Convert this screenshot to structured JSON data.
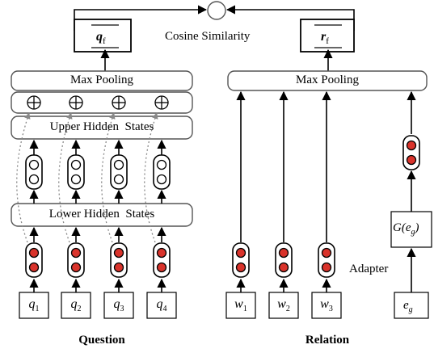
{
  "similarity_label": "Cosine Similarity",
  "question": {
    "output": "q",
    "output_sub": "f",
    "max_pooling": "Max Pooling",
    "upper_hidden": "Upper Hidden  States",
    "lower_hidden": "Lower Hidden  States",
    "tokens": [
      {
        "base": "q",
        "sub": "1"
      },
      {
        "base": "q",
        "sub": "2"
      },
      {
        "base": "q",
        "sub": "3"
      },
      {
        "base": "q",
        "sub": "4"
      }
    ],
    "plus_symbol": "⊕",
    "caption": "Question"
  },
  "relation": {
    "output": "r",
    "output_sub": "f",
    "max_pooling": "Max Pooling",
    "tokens": [
      {
        "base": "w",
        "sub": "1"
      },
      {
        "base": "w",
        "sub": "2"
      },
      {
        "base": "w",
        "sub": "3"
      }
    ],
    "entity": {
      "base": "e",
      "sub": "g"
    },
    "adapter_fn": "G(e",
    "adapter_fn_sub": "g",
    "adapter_fn_close": ")",
    "adapter_label": "Adapter",
    "caption": "Relation"
  },
  "colors": {
    "line": "#000000",
    "box_stroke": "#555555",
    "dot_red": "#d9332b",
    "dotted": "#888888"
  }
}
